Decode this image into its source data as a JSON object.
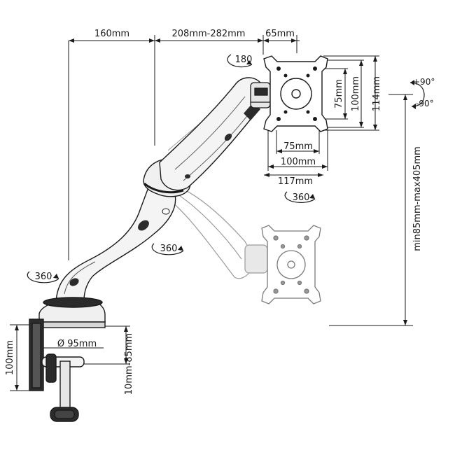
{
  "dimensions": {
    "arm_upper": "160mm",
    "arm_forearm": "208mm-282mm",
    "vesa_depth": "65mm",
    "vesa_75_h": "75mm",
    "vesa_75_v": "75mm",
    "vesa_100_h": "100mm",
    "vesa_100_v": "100mm",
    "plate_width": "117mm",
    "plate_height": "114mm",
    "height_range": "min85mm-max405mm",
    "base_diameter": "Ø 95mm",
    "clamp_height": "100mm",
    "desk_thickness": "10mm-85mm"
  },
  "rotations": {
    "head_swivel": "180",
    "plate_rotate": "360",
    "arm_joint": "360",
    "base_rotate": "360"
  },
  "tilt": {
    "up": "+90°",
    "down": "-90°"
  },
  "colors": {
    "line": "#1a1a1a",
    "ghost": "#9a9a9a",
    "arm_fill": "#f2f2f2",
    "dark": "#2b2b2b"
  }
}
